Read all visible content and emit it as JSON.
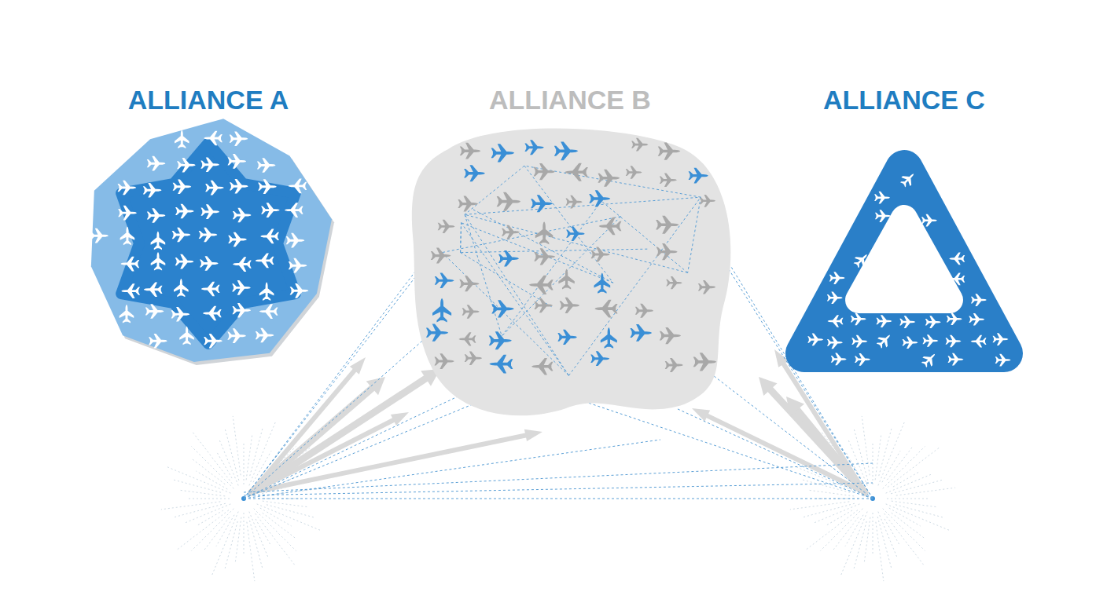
{
  "diagram": {
    "nodes": [
      {
        "text": [
          "ALLIANCE A"
        ]
      },
      {
        "text": [
          "ALLIANCE B"
        ]
      },
      {
        "text": [
          "ALLIANCE C"
        ]
      }
    ]
  }
}
